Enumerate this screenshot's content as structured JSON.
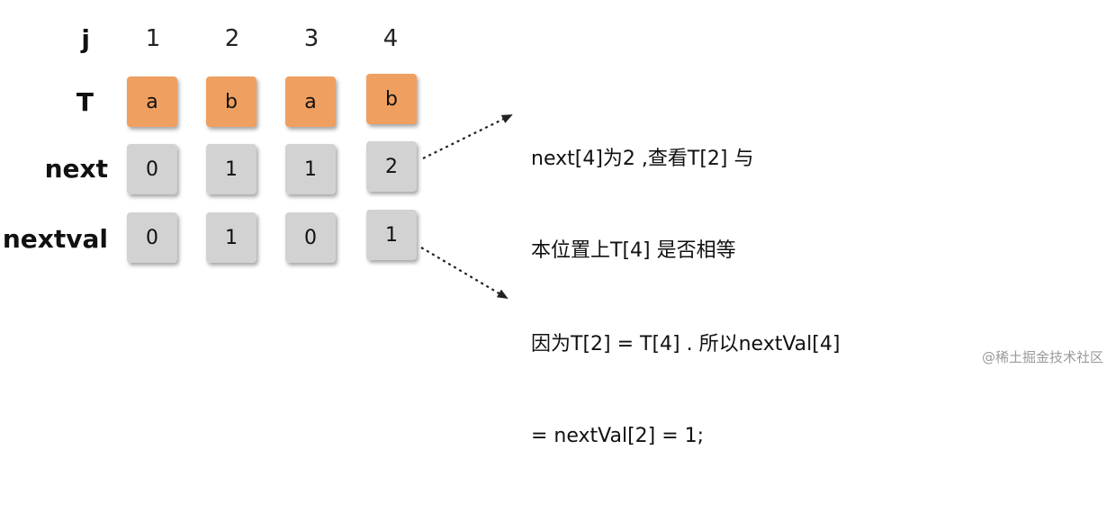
{
  "column_header": {
    "label": "j",
    "indices": [
      "1",
      "2",
      "3",
      "4"
    ]
  },
  "rows": [
    {
      "label": "T",
      "values": [
        "a",
        "b",
        "a",
        "b"
      ],
      "style": "orange"
    },
    {
      "label": "next",
      "values": [
        "0",
        "1",
        "1",
        "2"
      ],
      "style": "gray"
    },
    {
      "label": "nextval",
      "values": [
        "0",
        "1",
        "0",
        "1"
      ],
      "style": "gray"
    }
  ],
  "note_top": {
    "line1": "next[4]为2 ,查看T[2] 与",
    "line2": "本位置上T[4] 是否相等"
  },
  "note_bottom": {
    "line1": "因为T[2] = T[4] . 所以nextVal[4]",
    "line2": "= nextVal[2] = 1;"
  },
  "footer": "@稀土掘金技术社区",
  "colors": {
    "cell_orange": "#ef9f5f",
    "cell_gray": "#d2d2d2",
    "arrow": "#222222"
  }
}
